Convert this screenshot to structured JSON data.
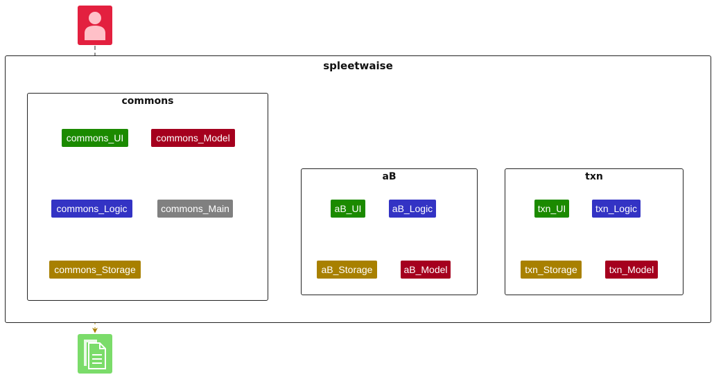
{
  "diagram": {
    "root_package": "spleetwaise",
    "packages": {
      "commons": {
        "title": "commons",
        "components": {
          "ui": "commons_UI",
          "model": "commons_Model",
          "logic": "commons_Logic",
          "main": "commons_Main",
          "storage": "commons_Storage"
        }
      },
      "ab": {
        "title": "aB",
        "components": {
          "ui": "aB_UI",
          "logic": "aB_Logic",
          "storage": "aB_Storage",
          "model": "aB_Model"
        }
      },
      "txn": {
        "title": "txn",
        "components": {
          "ui": "txn_UI",
          "logic": "txn_Logic",
          "storage": "txn_Storage",
          "model": "txn_Model"
        }
      }
    },
    "colors": {
      "ui": "#1b8a00",
      "logic": "#3333c4",
      "model": "#a5001e",
      "storage": "#a88000",
      "main": "#808080",
      "actor": "#e3203f",
      "storage_icon": "#7bdc6a"
    },
    "icons": {
      "actor": "user-icon",
      "storage": "file-icon"
    }
  }
}
